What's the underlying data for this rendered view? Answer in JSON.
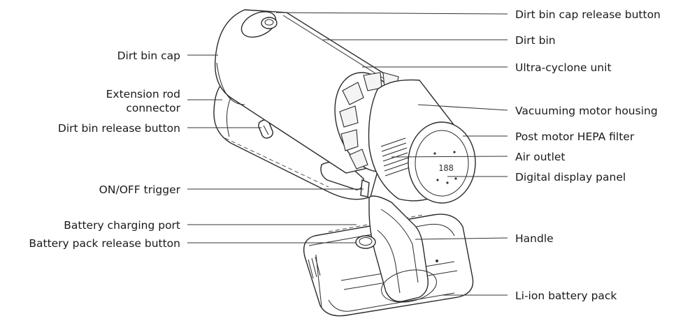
{
  "labels": {
    "dirt_bin_cap_release_button": "Dirt bin cap release button",
    "dirt_bin": "Dirt bin",
    "ultra_cyclone_unit": "Ultra-cyclone unit",
    "vacuuming_motor_housing": "Vacuuming motor housing",
    "post_motor_hepa_filter": "Post motor HEPA filter",
    "air_outlet": "Air outlet",
    "digital_display_panel": "Digital display panel",
    "handle": "Handle",
    "li_ion_battery_pack": "Li-ion battery pack",
    "dirt_bin_cap": "Dirt bin cap",
    "extension_rod_connector_line1": "Extension rod",
    "extension_rod_connector_line2": "connector",
    "dirt_bin_release_button": "Dirt bin release button",
    "on_off_trigger": "ON/OFF trigger",
    "battery_charging_port": "Battery charging port",
    "battery_pack_release_button": "Battery pack release button"
  },
  "display_readout": "188"
}
